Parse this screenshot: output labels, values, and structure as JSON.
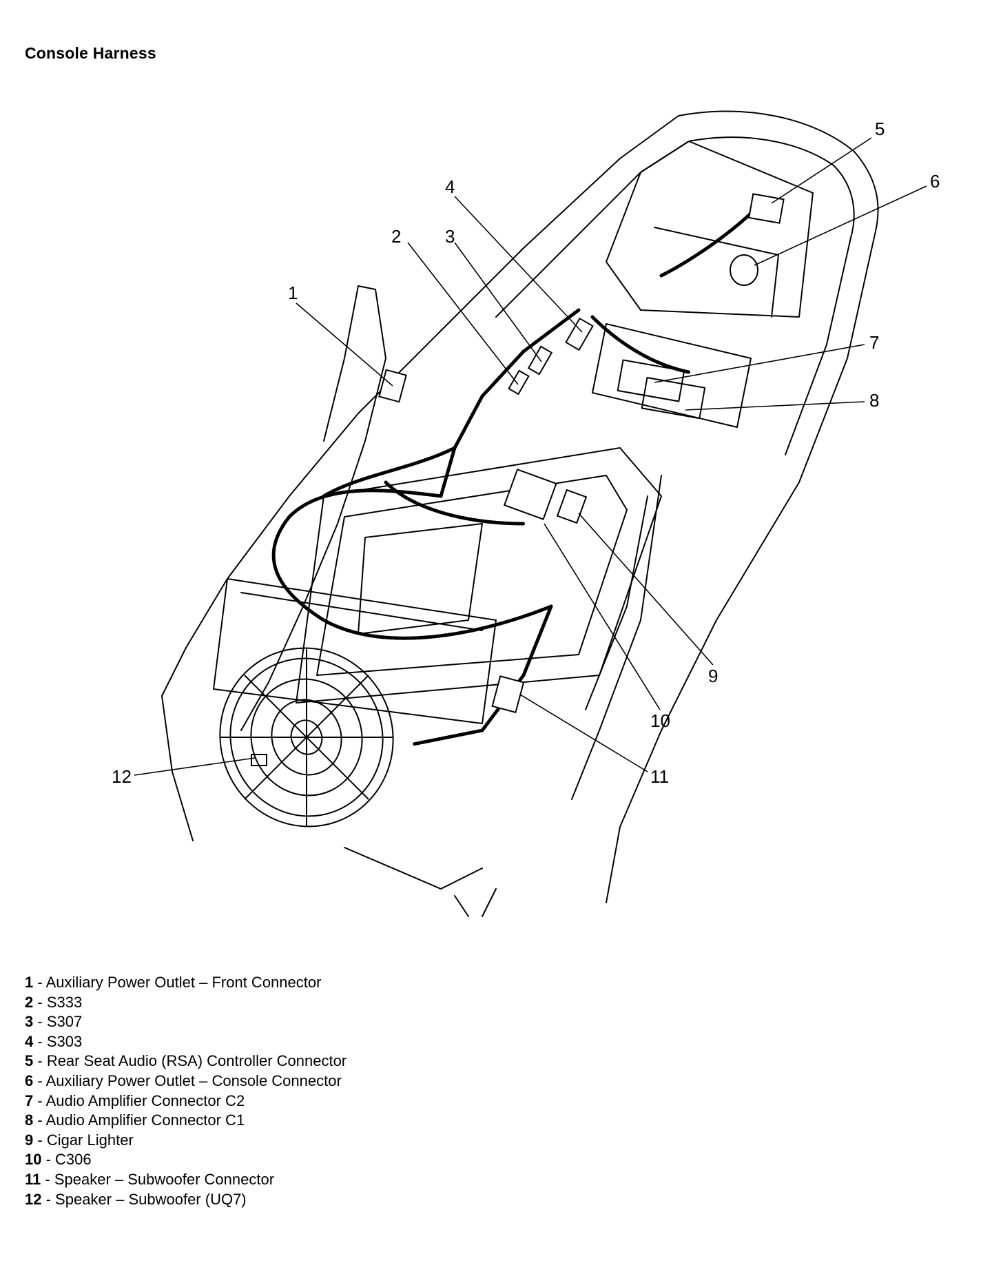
{
  "title": "Console Harness",
  "callouts": [
    {
      "num": "1",
      "label": "Auxiliary Power Outlet – Front Connector"
    },
    {
      "num": "2",
      "label": "S333"
    },
    {
      "num": "3",
      "label": "S307"
    },
    {
      "num": "4",
      "label": "S303"
    },
    {
      "num": "5",
      "label": "Rear Seat Audio (RSA) Controller Connector"
    },
    {
      "num": "6",
      "label": "Auxiliary Power Outlet – Console Connector"
    },
    {
      "num": "7",
      "label": "Audio Amplifier Connector C2"
    },
    {
      "num": "8",
      "label": "Audio Amplifier Connector C1"
    },
    {
      "num": "9",
      "label": "Cigar Lighter"
    },
    {
      "num": "10",
      "label": "C306"
    },
    {
      "num": "11",
      "label": "Speaker – Subwoofer Connector"
    },
    {
      "num": "12",
      "label": "Speaker – Subwoofer (UQ7)"
    }
  ],
  "legend_separator": " - "
}
